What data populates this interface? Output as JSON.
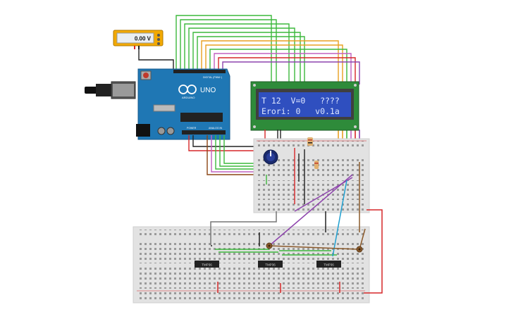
{
  "multimeter": {
    "reading": "0.00 V"
  },
  "arduino": {
    "logo": "UNO",
    "brand": "ARDUINO",
    "digital_label": "DIGITAL (PWM~)",
    "power_label": "POWER",
    "analog_label": "ANALOG IN"
  },
  "lcd": {
    "line1": "T 12  V=0   ????",
    "line2": "Erori: 0   v0.1a"
  },
  "sensors": [
    {
      "label": "TMP36",
      "icon": "temperature-sensor-icon"
    },
    {
      "label": "TMP36",
      "icon": "temperature-sensor-icon"
    },
    {
      "label": "TMP36",
      "icon": "temperature-sensor-icon"
    }
  ],
  "colors": {
    "lcd_bg": "#2f4fbf",
    "lcd_text": "#dde6ff",
    "pcb": "#1f77b4",
    "wire_red": "#d62728",
    "wire_green": "#3cb83c"
  }
}
